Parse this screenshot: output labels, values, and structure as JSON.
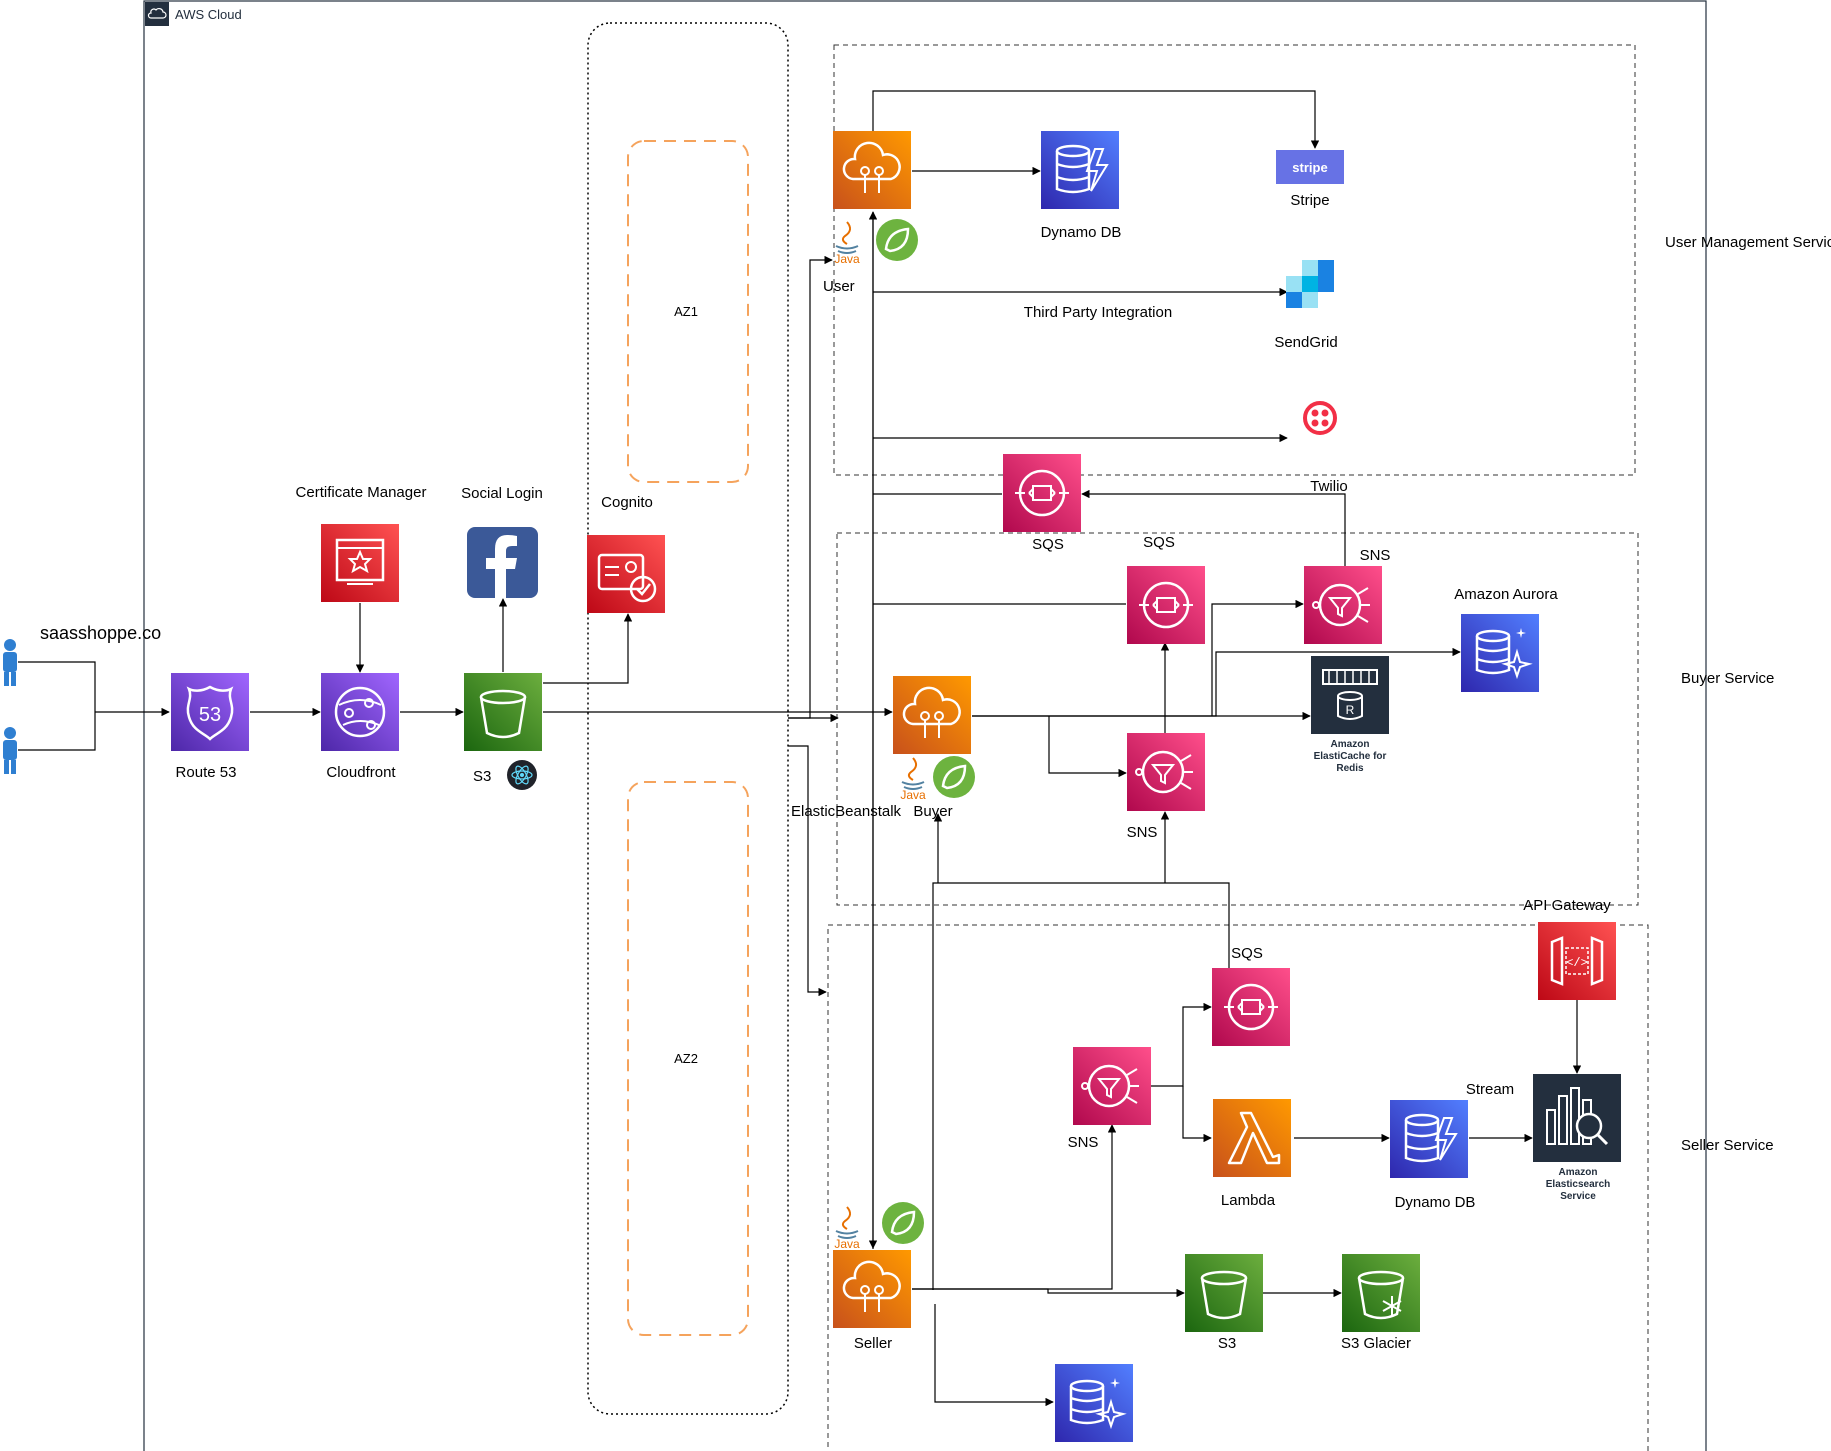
{
  "colors": {
    "compute": "#ed7100",
    "database": "#3b48cc",
    "networking": "#8c4fff",
    "storage": "#3f8624",
    "security": "#dd344c",
    "integration": "#e7157b",
    "analytics": "#232f3e",
    "az_border": "#f5a35c",
    "facebook": "#3b5998",
    "stripe": "#6772e5",
    "sendgrid": "#1a82e2",
    "twilio": "#f22f46",
    "spring": "#6db33f",
    "java": "#e76f00"
  },
  "cloud": {
    "label": "AWS Cloud",
    "icon": "aws-cloud-icon"
  },
  "client": {
    "domain": "saasshoppe.co",
    "icon": "user-icon"
  },
  "zones": {
    "az1": "AZ1",
    "az2": "AZ2"
  },
  "services": {
    "user_mgmt": "User Management Service",
    "buyer": "Buyer Service",
    "seller": "Seller Service"
  },
  "edge": {
    "route53": "Route 53",
    "cloudfront": "Cloudfront",
    "s3": "S3",
    "cert_manager": "Certificate Manager",
    "social_login": "Social Login",
    "cognito": "Cognito",
    "elastic_beanstalk": "ElasticBeanstalk",
    "react_icon": "react-icon",
    "route53_badge": "53"
  },
  "user_service": {
    "user": "User",
    "dynamo": "Dynamo DB",
    "stripe": "Stripe",
    "stripe_logo": "stripe",
    "sendgrid": "SendGrid",
    "third_party": "Third Party Integration",
    "twilio": "Twilio",
    "java_text": "Java"
  },
  "buyer_service": {
    "buyer": "Buyer",
    "sqs_outer": "SQS",
    "sqs": "SQS",
    "sns_top": "SNS",
    "sns_bottom": "SNS",
    "aurora": "Amazon Aurora",
    "elasticache": "Amazon ElastiCache for Redis",
    "java_text": "Java"
  },
  "seller_service": {
    "seller": "Seller",
    "api_gateway": "API Gateway",
    "sqs": "SQS",
    "sns": "SNS",
    "lambda": "Lambda",
    "dynamo": "Dynamo DB",
    "stream": "Stream",
    "elasticsearch": "Amazon Elasticsearch Service",
    "s3": "S3",
    "glacier": "S3 Glacier",
    "java_text": "Java"
  }
}
